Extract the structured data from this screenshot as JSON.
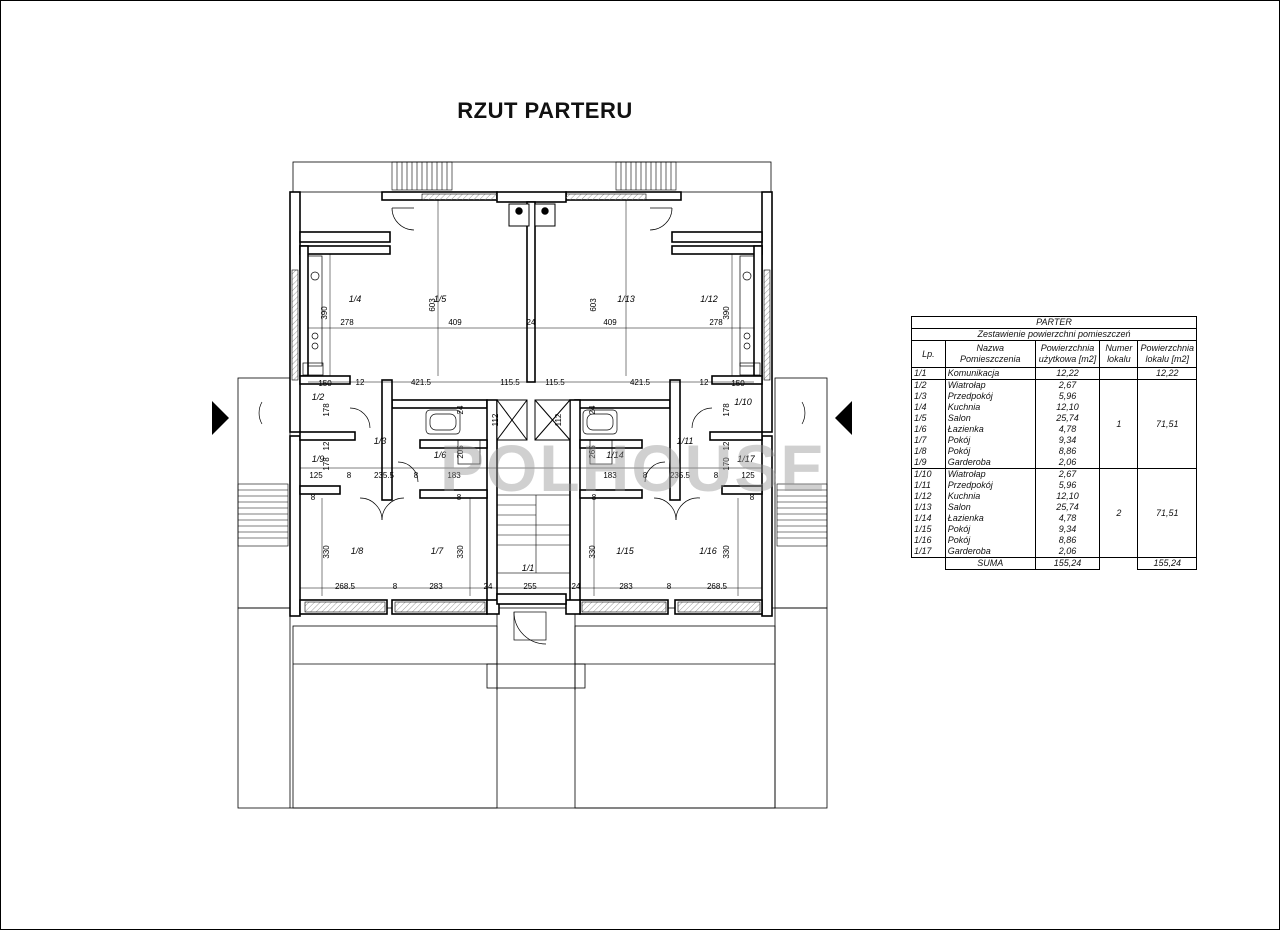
{
  "title": "RZUT PARTERU",
  "watermark": "POLHOUSE",
  "colors": {
    "line": "#000000",
    "hatch": "#9a9a9a",
    "watermark": "#969696"
  },
  "rooms": [
    {
      "id": "1/4"
    },
    {
      "id": "1/5"
    },
    {
      "id": "1/13"
    },
    {
      "id": "1/12"
    },
    {
      "id": "1/2"
    },
    {
      "id": "1/10"
    },
    {
      "id": "1/3"
    },
    {
      "id": "1/6"
    },
    {
      "id": "1/14"
    },
    {
      "id": "1/11"
    },
    {
      "id": "1/9"
    },
    {
      "id": "1/17"
    },
    {
      "id": "1/8"
    },
    {
      "id": "1/7"
    },
    {
      "id": "1/15"
    },
    {
      "id": "1/16"
    },
    {
      "id": "1/1"
    }
  ],
  "dimensions": [
    {
      "v": "390"
    },
    {
      "v": "603"
    },
    {
      "v": "603"
    },
    {
      "v": "390"
    },
    {
      "v": "278"
    },
    {
      "v": "409"
    },
    {
      "v": "24"
    },
    {
      "v": "409"
    },
    {
      "v": "278"
    },
    {
      "v": "150"
    },
    {
      "v": "12"
    },
    {
      "v": "421.5"
    },
    {
      "v": "115.5"
    },
    {
      "v": "115.5"
    },
    {
      "v": "421.5"
    },
    {
      "v": "12"
    },
    {
      "v": "150"
    },
    {
      "v": "178"
    },
    {
      "v": "24"
    },
    {
      "v": "112"
    },
    {
      "v": "112"
    },
    {
      "v": "24"
    },
    {
      "v": "178"
    },
    {
      "v": "12"
    },
    {
      "v": "178"
    },
    {
      "v": "205"
    },
    {
      "v": "265"
    },
    {
      "v": "170"
    },
    {
      "v": "12"
    },
    {
      "v": "125"
    },
    {
      "v": "8"
    },
    {
      "v": "235.5"
    },
    {
      "v": "8"
    },
    {
      "v": "183"
    },
    {
      "v": "183"
    },
    {
      "v": "8"
    },
    {
      "v": "235.5"
    },
    {
      "v": "8"
    },
    {
      "v": "125"
    },
    {
      "v": "8"
    },
    {
      "v": "8"
    },
    {
      "v": "8"
    },
    {
      "v": "8"
    },
    {
      "v": "330"
    },
    {
      "v": "330"
    },
    {
      "v": "330"
    },
    {
      "v": "330"
    },
    {
      "v": "268.5"
    },
    {
      "v": "8"
    },
    {
      "v": "283"
    },
    {
      "v": "24"
    },
    {
      "v": "255"
    },
    {
      "v": "24"
    },
    {
      "v": "283"
    },
    {
      "v": "8"
    },
    {
      "v": "268.5"
    }
  ],
  "legend": {
    "title": "PARTER",
    "subtitle": "Zestawienie powierzchni pomieszczeń",
    "headers": {
      "lp": "Lp.",
      "name_1": "Nazwa",
      "name_2": "Pomieszczenia",
      "area_1": "Powierzchnia",
      "area_2": "użytkowa  [m2]",
      "unit_1": "Numer",
      "unit_2": "lokalu",
      "unit_area_1": "Powierzchnia",
      "unit_area_2": "lokalu  [m2]"
    },
    "common": {
      "lp": "1/1",
      "name": "Komunikacja",
      "area": "12,22",
      "unit_area": "12,22"
    },
    "groups": [
      {
        "number": "1",
        "unit_area": "71,51",
        "rows": [
          {
            "lp": "1/2",
            "name": "Wiatrołap",
            "area": "2,67"
          },
          {
            "lp": "1/3",
            "name": "Przedpokój",
            "area": "5,96"
          },
          {
            "lp": "1/4",
            "name": "Kuchnia",
            "area": "12,10"
          },
          {
            "lp": "1/5",
            "name": "Salon",
            "area": "25,74"
          },
          {
            "lp": "1/6",
            "name": "Łazienka",
            "area": "4,78"
          },
          {
            "lp": "1/7",
            "name": "Pokój",
            "area": "9,34"
          },
          {
            "lp": "1/8",
            "name": "Pokój",
            "area": "8,86"
          },
          {
            "lp": "1/9",
            "name": "Garderoba",
            "area": "2,06"
          }
        ]
      },
      {
        "number": "2",
        "unit_area": "71,51",
        "rows": [
          {
            "lp": "1/10",
            "name": "Wiatrołap",
            "area": "2,67"
          },
          {
            "lp": "1/11",
            "name": "Przedpokój",
            "area": "5,96"
          },
          {
            "lp": "1/12",
            "name": "Kuchnia",
            "area": "12,10"
          },
          {
            "lp": "1/13",
            "name": "Salon",
            "area": "25,74"
          },
          {
            "lp": "1/14",
            "name": "Łazienka",
            "area": "4,78"
          },
          {
            "lp": "1/15",
            "name": "Pokój",
            "area": "9,34"
          },
          {
            "lp": "1/16",
            "name": "Pokój",
            "area": "8,86"
          },
          {
            "lp": "1/17",
            "name": "Garderoba",
            "area": "2,06"
          }
        ]
      }
    ],
    "sum": {
      "label": "SUMA",
      "area": "155,24",
      "unit_area": "155,24"
    }
  }
}
